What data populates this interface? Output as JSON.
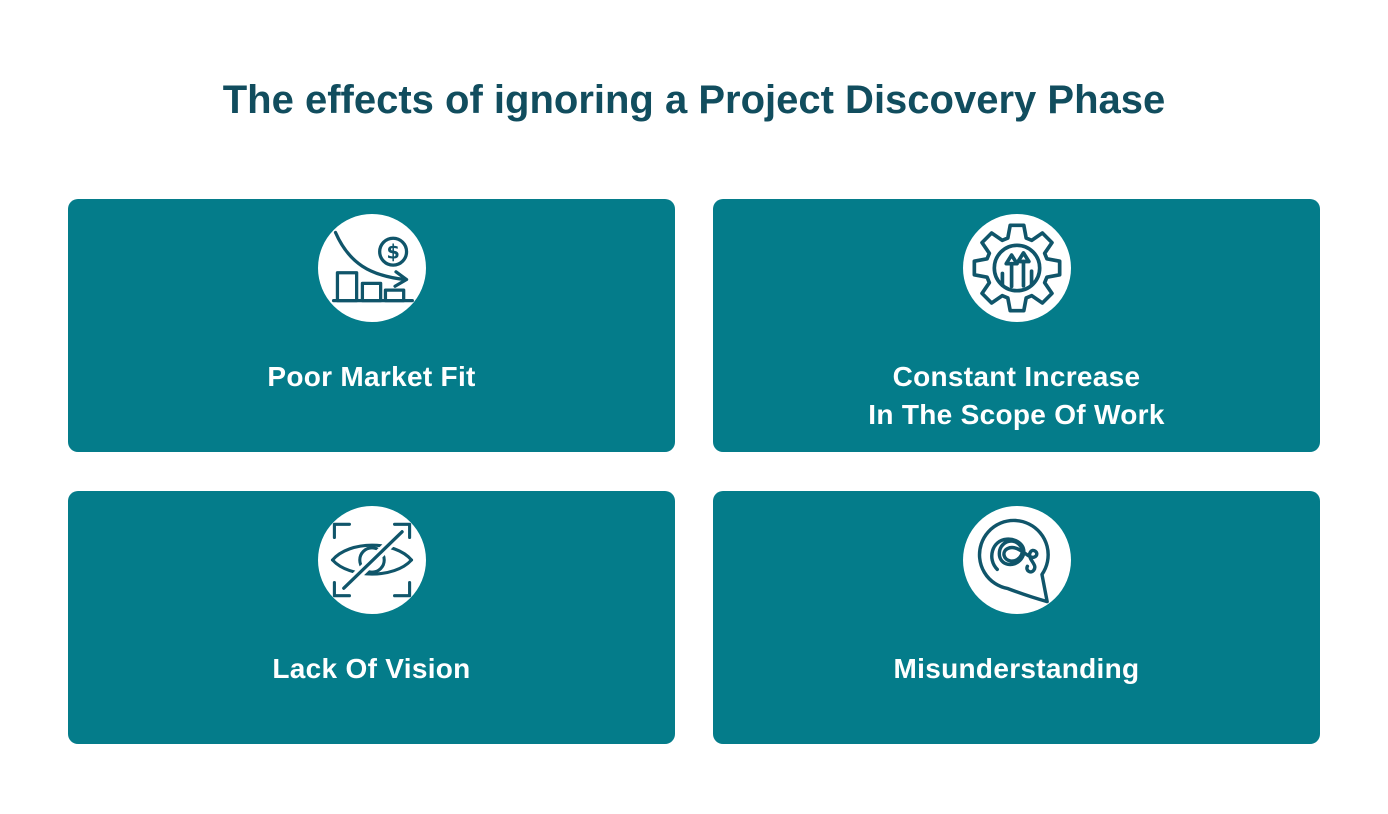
{
  "page": {
    "title": "The effects of ignoring a Project Discovery Phase",
    "background_color": "#ffffff",
    "title_color": "#114d5e"
  },
  "colors": {
    "card_background": "#047c8a",
    "card_text": "#ffffff",
    "icon_stroke": "#10556a",
    "icon_circle_background": "#ffffff"
  },
  "cards": [
    {
      "id": "poor-market-fit",
      "line1": "Poor Market Fit",
      "line2": "",
      "icon": "declining-chart-dollar-icon"
    },
    {
      "id": "constant-increase",
      "line1": "Constant Increase",
      "line2": "In The Scope Of Work",
      "icon": "gear-up-arrows-icon"
    },
    {
      "id": "lack-of-vision",
      "line1": "Lack Of Vision",
      "line2": "",
      "icon": "eye-slash-icon"
    },
    {
      "id": "misunderstanding",
      "line1": "Misunderstanding",
      "line2": "",
      "icon": "tangled-speech-bubble-icon"
    }
  ]
}
